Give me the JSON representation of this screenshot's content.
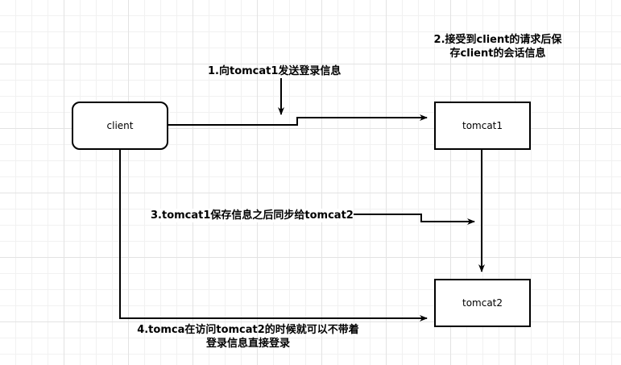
{
  "nodes": {
    "client": "client",
    "tomcat1": "tomcat1",
    "tomcat2": "tomcat2"
  },
  "labels": {
    "step1": "1.向tomcat1发送登录信息",
    "step2_line1": "2.接受到client的请求后保",
    "step2_line2": "存client的会话信息",
    "step3": "3.tomcat1保存信息之后同步给tomcat2",
    "step4_line1": "4.tomca在访问tomcat2的时候就可以不带着",
    "step4_line2": "登录信息直接登录"
  },
  "colors": {
    "stroke": "#000000",
    "grid": "#e3e3e3",
    "background": "#ffffff"
  }
}
